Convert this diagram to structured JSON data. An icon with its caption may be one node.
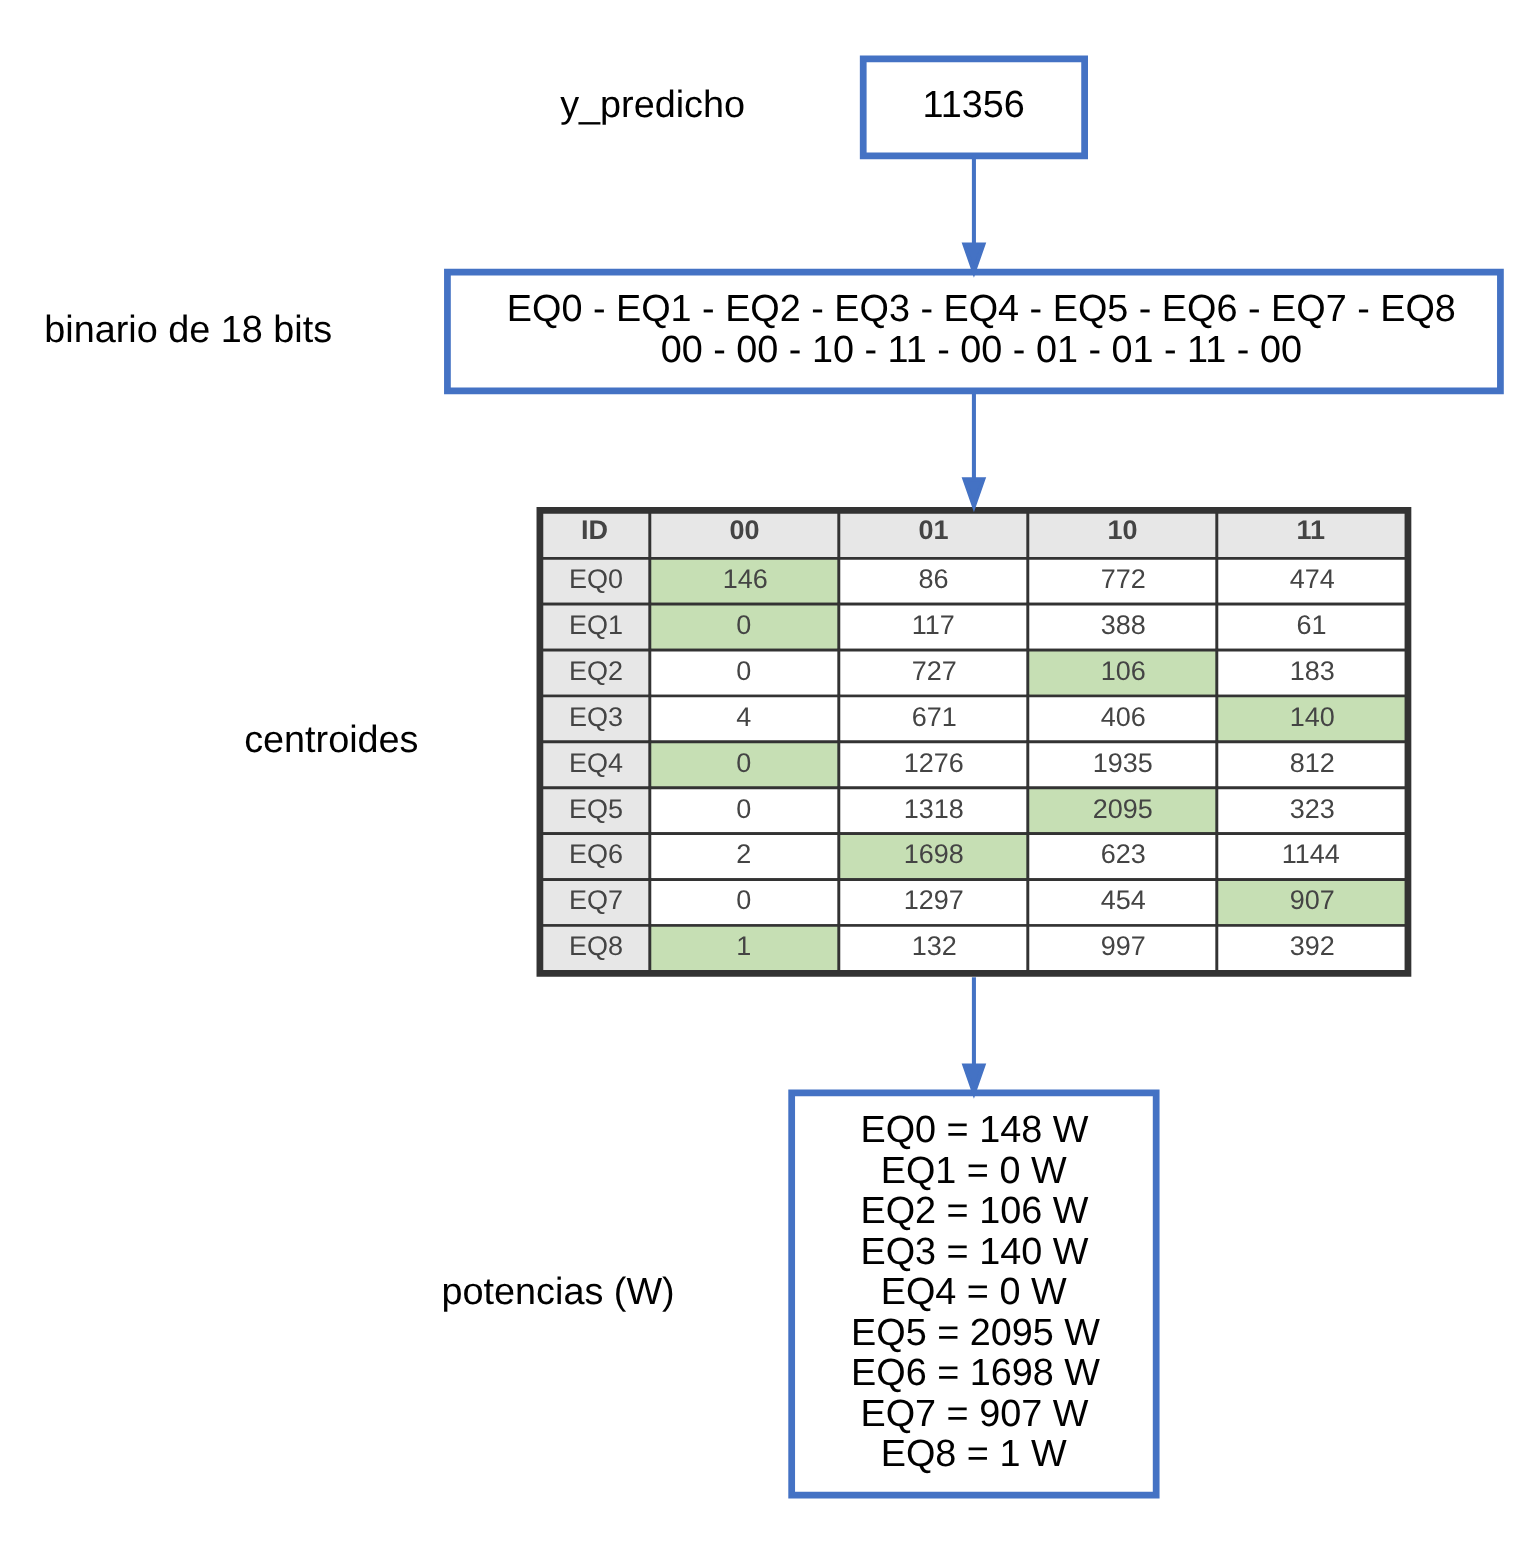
{
  "diagram": {
    "nodes": [
      {
        "text": [
          "11356"
        ],
        "beside": [
          "y_predicho"
        ]
      },
      {
        "text": [
          "EQ0 - EQ1 - EQ2 - EQ3 - EQ4 - EQ5 - EQ6 - EQ7 - EQ8",
          "00 - 00 - 10 - 11 - 00 - 01 - 01 - 11 - 00"
        ],
        "beside": [
          "binario de 18 bits"
        ]
      },
      {
        "text": [
          "ID",
          "00",
          "01",
          "10",
          "11",
          "EQ0",
          "146",
          "86",
          "772",
          "474",
          "EQ1",
          "0",
          "117",
          "388",
          "61",
          "EQ2",
          "0",
          "727",
          "106",
          "183",
          "EQ3",
          "4",
          "671",
          "406",
          "140",
          "EQ4",
          "0",
          "1276",
          "1935",
          "812",
          "EQ5",
          "0",
          "1318",
          "2095",
          "323",
          "EQ6",
          "2",
          "1698",
          "623",
          "1144",
          "EQ7",
          "0",
          "1297",
          "454",
          "907",
          "EQ8",
          "1",
          "132",
          "997",
          "392"
        ],
        "beside": [
          "centroides"
        ]
      },
      {
        "text": [
          "EQ0 = 148 W",
          "EQ1 = 0 W",
          "EQ2 = 106 W",
          "EQ3 = 140 W",
          "EQ4 = 0 W",
          "EQ5 = 2095 W",
          "EQ6 = 1698 W",
          "EQ7 = 907 W",
          "EQ8 = 1 W"
        ],
        "beside": [
          "potencias (W)"
        ]
      }
    ],
    "edges": [
      {
        "from": 0,
        "to": 1,
        "arrow": "to"
      },
      {
        "from": 1,
        "to": 2,
        "arrow": "to"
      },
      {
        "from": 2,
        "to": 3,
        "arrow": "to"
      }
    ]
  }
}
